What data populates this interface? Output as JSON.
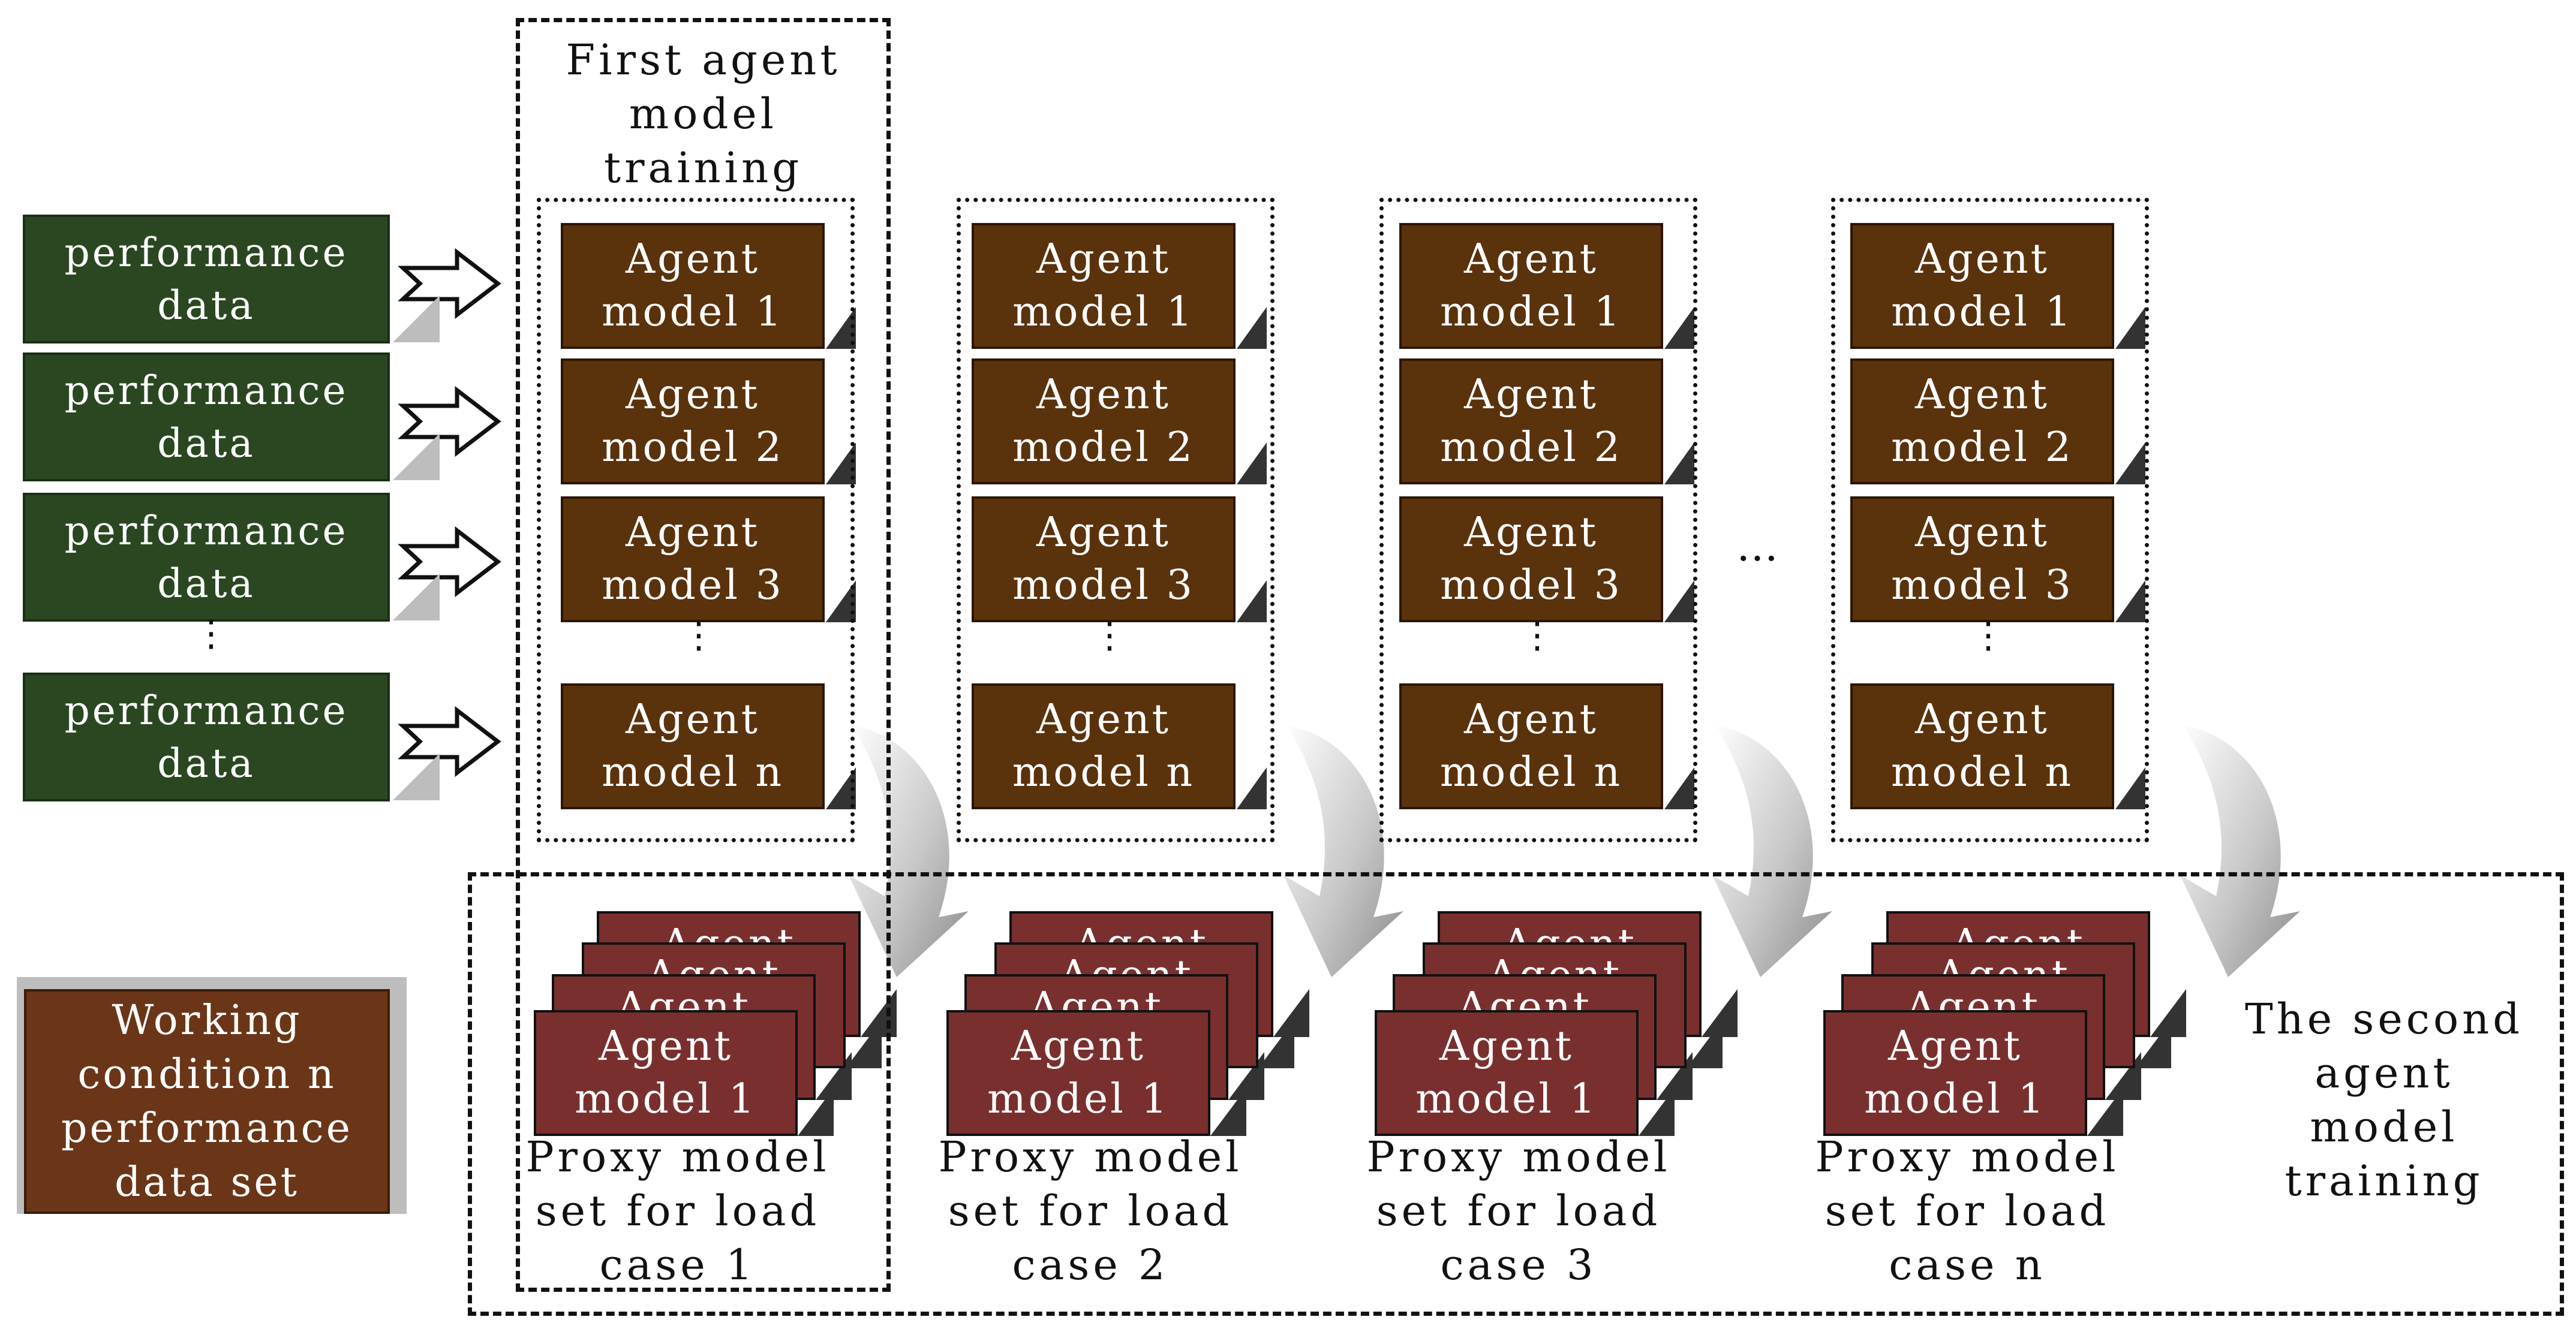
{
  "diagram": {
    "first_training_title": "First agent\nmodel\ntraining",
    "second_training_title": "The second\nagent\nmodel\ntraining",
    "performance_label": "performance\ndata",
    "vertical_dots": "⋮",
    "ellipsis": "…",
    "agent_models": [
      "Agent\nmodel 1",
      "Agent\nmodel 2",
      "Agent\nmodel 3",
      "Agent\nmodel n"
    ],
    "back_card_label": "Agent",
    "front_card_label": "Agent\nmodel 1",
    "proxy_captions": [
      "Proxy model\nset for load\ncase 1",
      "Proxy model\nset for load\ncase 2",
      "Proxy model\nset for load\ncase 3",
      "Proxy model\nset for load\ncase n"
    ],
    "legend": "Working\ncondition n\nperformance\ndata set",
    "colors": {
      "performance": "#2a4722",
      "agent": "#5a320c",
      "proxy": "#7a2f2f",
      "legend": "#6b3517"
    }
  }
}
